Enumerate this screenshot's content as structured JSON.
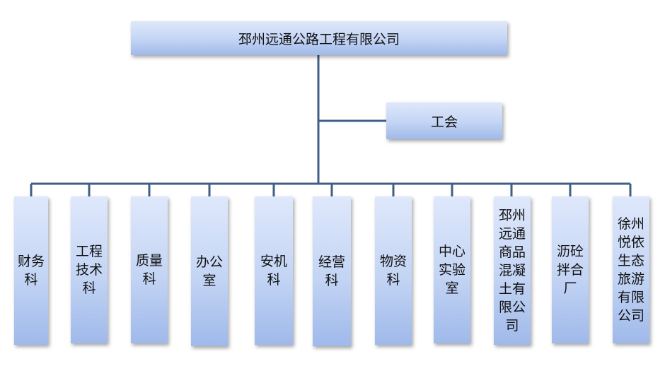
{
  "org": {
    "root": "邳州远通公路工程有限公司",
    "side": "工会",
    "departments": [
      "财务科",
      "工程技术科",
      "质量科",
      "办公室",
      "安机科",
      "经营科",
      "物资科",
      "中心实验室",
      "邳州远通商品混凝土有限公司",
      "沥砼拌合厂",
      "徐州悦依生态旅游有限公司"
    ]
  },
  "colors": {
    "line": "#3f5f86",
    "box_top": "#dfe8fb",
    "box_bottom": "#9fb9ea"
  }
}
